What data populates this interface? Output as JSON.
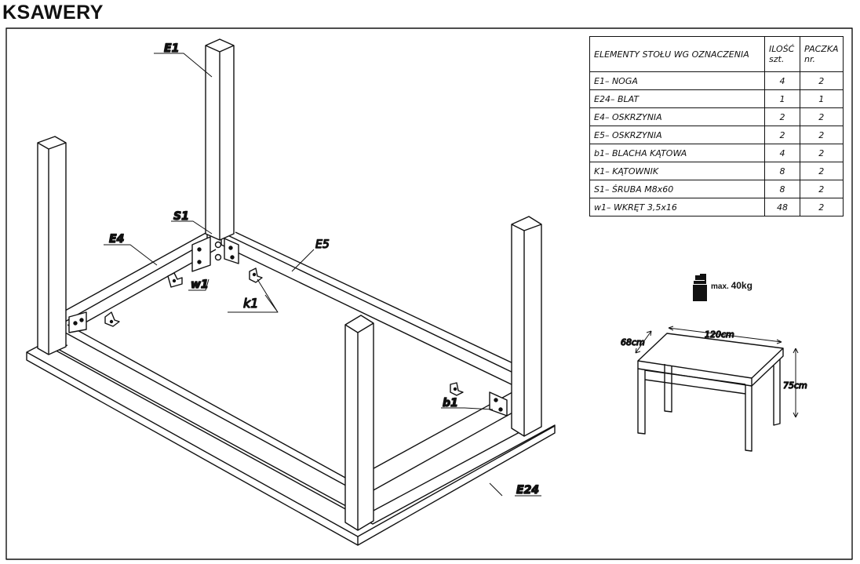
{
  "title": "KSAWERY",
  "labels": {
    "e1": "E1",
    "e4": "E4",
    "e5": "E5",
    "s1": "S1",
    "w1": "w1",
    "k1": "k1",
    "b1": "b1",
    "e24": "E24"
  },
  "table": {
    "header": [
      "ELEMENTY STOŁU WG OZNACZENIA",
      "ILOŚĆ szt.",
      "PACZKA nr."
    ],
    "header_lines": {
      "qty": [
        "ILOŚĆ",
        "szt."
      ],
      "pkg": [
        "PACZKA",
        "nr."
      ]
    },
    "rows": [
      {
        "name": "E1– NOGA",
        "qty": "4",
        "pkg": "2"
      },
      {
        "name": "E24– BLAT",
        "qty": "1",
        "pkg": "1"
      },
      {
        "name": "E4– OSKRZYNIA",
        "qty": "2",
        "pkg": "2"
      },
      {
        "name": "E5– OSKRZYNIA",
        "qty": "2",
        "pkg": "2"
      },
      {
        "name": "b1– BLACHA KĄTOWA",
        "qty": "4",
        "pkg": "2"
      },
      {
        "name": "K1– KĄTOWNIK",
        "qty": "8",
        "pkg": "2"
      },
      {
        "name": "S1– ŚRUBA M8x60",
        "qty": "8",
        "pkg": "2"
      },
      {
        "name": "w1– WKRĘT 3,5x16",
        "qty": "48",
        "pkg": "2"
      }
    ]
  },
  "max_load": {
    "prefix": "max.",
    "value": "40kg"
  },
  "dimensions": {
    "width": "120cm",
    "depth": "68cm",
    "height": "75cm"
  }
}
